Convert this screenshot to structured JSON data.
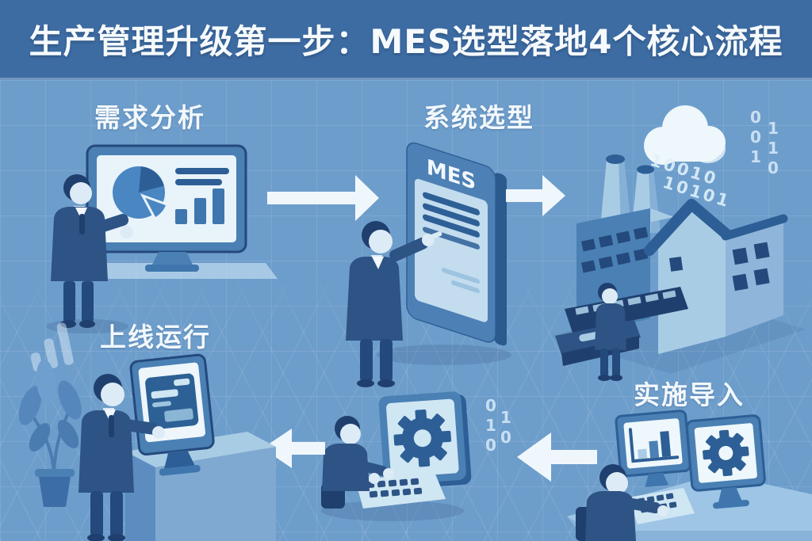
{
  "title": "生产管理升级第一步：MES选型落地4个核心流程",
  "stages": [
    {
      "label": "需求分析"
    },
    {
      "label": "系统选型"
    },
    {
      "label": "实施导入"
    },
    {
      "label": "上线运行"
    }
  ],
  "tablet": {
    "brand": "MES"
  },
  "binary": {
    "cloud_line1": "10010",
    "cloud_line2": "10101",
    "right_col1": "0\n0\n1",
    "right_col2": "1\n1\n0",
    "mid_col1": "0\n1\n0",
    "mid_col2": "1\n0"
  },
  "colors": {
    "header_bg": "#3d6ca3",
    "canvas_bg": "#6d9dcb",
    "dark_navy": "#24497c",
    "suit_blue": "#2e5385",
    "mid_blue": "#4a80b4",
    "panel_light": "#e8f3fa",
    "accent_light": "#a9cce5",
    "arrow_white": "#f0f7fc"
  }
}
